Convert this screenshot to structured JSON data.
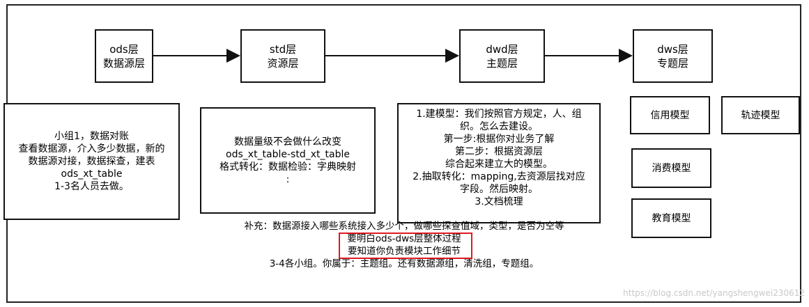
{
  "layers": [
    {
      "name": "ods层",
      "desc": "数据源层"
    },
    {
      "name": "std层",
      "desc": "资源层"
    },
    {
      "name": "dwd层",
      "desc": "主题层"
    },
    {
      "name": "dws层",
      "desc": "专题层"
    }
  ],
  "details": {
    "ods": [
      "小组1，数据对账",
      "查看数据源，介入多少数据，新的",
      "数据源对接，数据探查，建表",
      "ods_xt_table",
      "1-3名人员去做。"
    ],
    "std": [
      "数据量级不会做什么改变",
      "ods_xt_table-std_xt_table",
      "格式转化：数据检验：字典映射",
      ":"
    ],
    "dwd": [
      "1.建模型：我们按照官方规定，人、组",
      "织。怎么去建设。",
      "第一步:根据你对业务了解",
      "第二步：根据资源层",
      "综合起来建立大的模型。",
      "2.抽取转化：mapping,去资源层找对应",
      "字段。然后映射。",
      "3.文档梳理"
    ]
  },
  "models": {
    "credit": "信用模型",
    "trajectory": "轨迹模型",
    "consumption": "消费模型",
    "education": "教育模型"
  },
  "notes": {
    "supplement": "补充：数据源接入哪些系统接入多少个，做哪些探查值域，类型，是否为空等",
    "highlight_1": "要明白ods-dws层整体过程",
    "highlight_2": "要知道你负责模块工作细节",
    "groups": "3-4各小组。你属于：主题组。还有数据源组，清洗组，专题组。"
  },
  "watermark": "https://blog.csdn.net/yangshengwei230612",
  "colors": {
    "stroke": "#111111",
    "highlight": "#e0191f",
    "watermark": "#c8c8c8"
  }
}
